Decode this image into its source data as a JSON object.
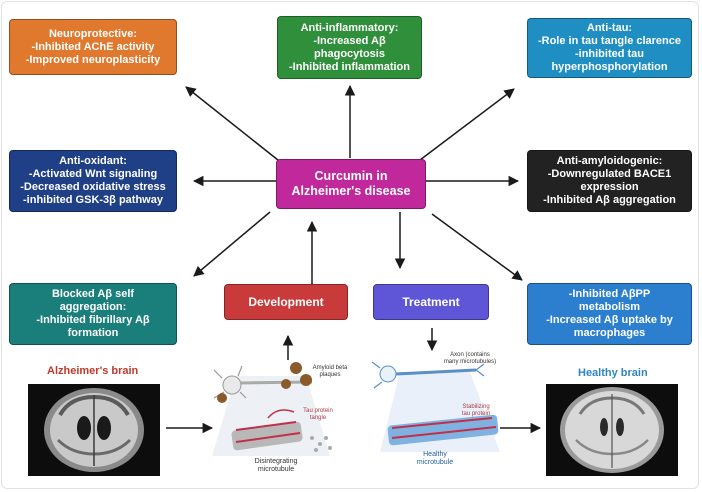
{
  "center": {
    "lines": [
      "Curcumin in",
      "Alzheimer's disease"
    ]
  },
  "boxes": {
    "neuroprotective": {
      "lines": [
        "Neuroprotective:",
        "-Inhibited AChE activity",
        "-Improved neuroplasticity"
      ],
      "color": "#e0782e"
    },
    "anti_inflammatory": {
      "lines": [
        "Anti-inflammatory:",
        "-Increased Aβ",
        "phagocytosis",
        "-Inhibited inflammation"
      ],
      "color": "#2f8f3a"
    },
    "anti_tau": {
      "lines": [
        "Anti-tau:",
        "-Role in tau tangle clarence",
        "-inhibited tau",
        "hyperphosphorylation"
      ],
      "color": "#1e8ec3"
    },
    "anti_oxidant": {
      "lines": [
        "Anti-oxidant:",
        "-Activated Wnt signaling",
        "-Decreased oxidative stress",
        "-inhibited GSK-3β pathway"
      ],
      "color": "#1f3f86"
    },
    "anti_amyloidogenic": {
      "lines": [
        "Anti-amyloidogenic:",
        "-Downregulated BACE1",
        "expression",
        "-Inhibited Aβ aggregation"
      ],
      "color": "#222222"
    },
    "blocked": {
      "lines": [
        "Blocked Aβ self",
        "aggregation:",
        "-Inhibited fibrillary Aβ",
        "formation"
      ],
      "color": "#1a7f7a"
    },
    "development": {
      "lines": [
        "Development"
      ],
      "color": "#c93a3a"
    },
    "treatment": {
      "lines": [
        "Treatment"
      ],
      "color": "#5e56d6"
    },
    "inhibited_abpp": {
      "lines": [
        "-Inhibited AβPP",
        "metabolism",
        "-Increased Aβ uptake by",
        "macrophages"
      ],
      "color": "#2c7fcf"
    }
  },
  "center_color": "#c0289b",
  "labels": {
    "alzheimers_brain": "Alzheimer's brain",
    "healthy_brain": "Healthy brain",
    "amyloid_plaques": "Amyloid beta\nplaques",
    "tau_tangle": "Tau protein\ntangle",
    "disintegrating": "Disintegrating\nmicrotubule",
    "axon": "Axon (contains\nmany microtubules)",
    "stabilizing": "Stabilizing\ntau protein",
    "healthy_microtubule": "Healthy\nmicrotubule"
  }
}
